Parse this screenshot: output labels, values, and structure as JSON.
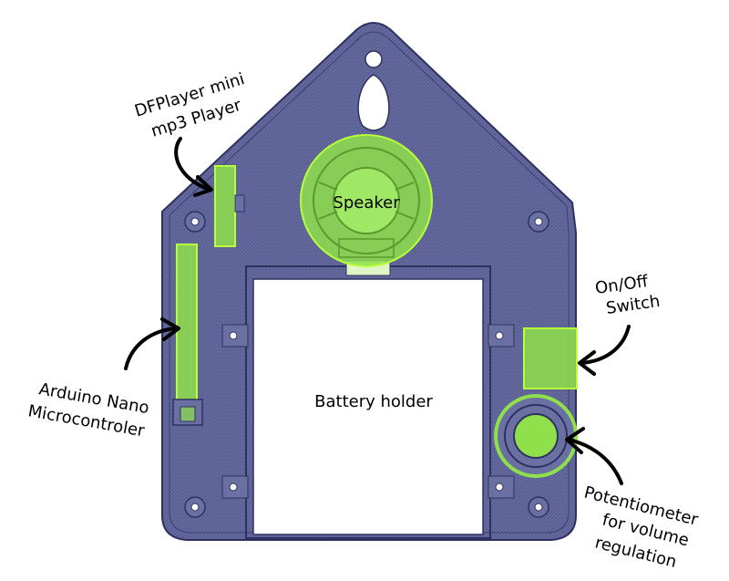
{
  "colors": {
    "board": "#5a5f93",
    "board_edge": "#2e3160",
    "highlight": "#8fe04a",
    "highlight_edge": "#b9ff3a",
    "battery_fill": "#ffffff"
  },
  "labels": {
    "dfplayer_line1": "DFPlayer mini",
    "dfplayer_line2": "mp3 Player",
    "speaker": "Speaker",
    "onoff_line1": "On/Off",
    "onoff_line2": "Switch",
    "arduino_line1": "Arduino Nano",
    "arduino_line2": "Microcontroler",
    "battery": "Battery holder",
    "pot_line1": "Potentiometer",
    "pot_line2": "for volume",
    "pot_line3": "regulation"
  }
}
